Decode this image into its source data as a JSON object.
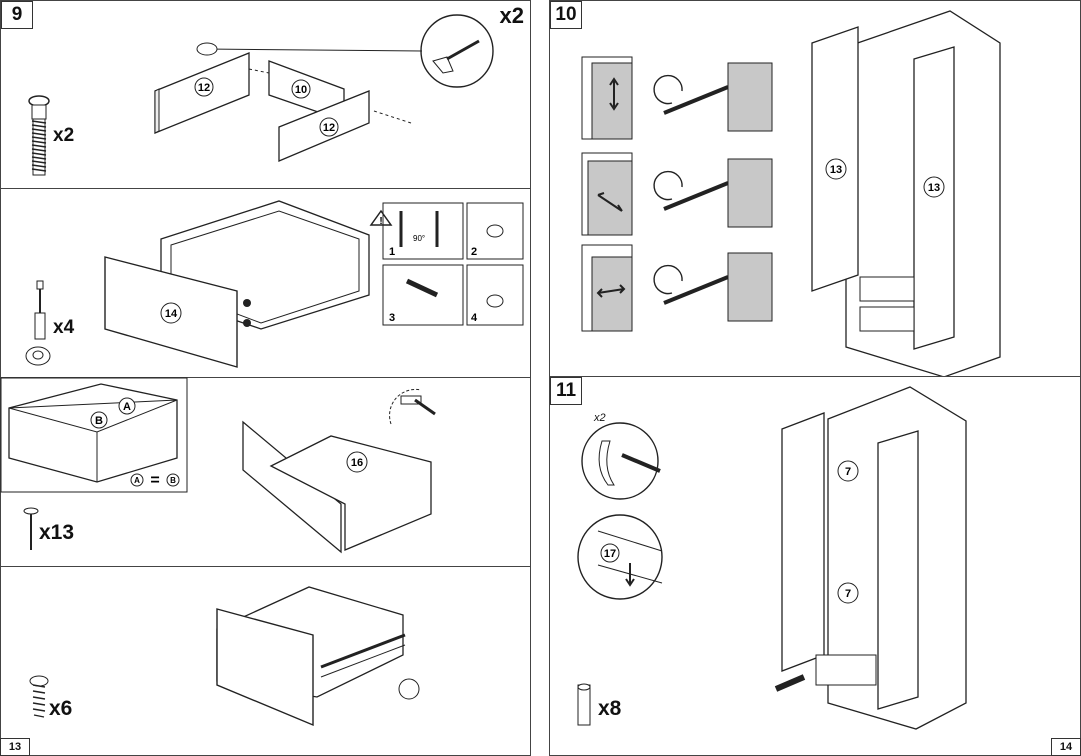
{
  "steps": {
    "s9": {
      "number": "9",
      "qty_top": "x2",
      "qty_screw": "x2",
      "parts": [
        "12",
        "10",
        "12"
      ]
    },
    "drawer_box": {
      "qty": "x4",
      "part": "14",
      "substeps": [
        "1",
        "2",
        "3",
        "4"
      ],
      "angle": "90°"
    },
    "bottom": {
      "labels": [
        "A",
        "B"
      ],
      "equal": "=",
      "part": "16",
      "qty": "x13"
    },
    "runners": {
      "qty": "x6"
    },
    "s10": {
      "number": "10",
      "parts": [
        "13",
        "13"
      ]
    },
    "s11": {
      "number": "11",
      "detail_qty": "x2",
      "part_detail": "17",
      "parts": [
        "7",
        "7"
      ],
      "qty": "x8"
    }
  },
  "pages": {
    "left": "13",
    "right": "14"
  },
  "colors": {
    "line": "#222222",
    "panel_fill": "#c8c8c8"
  }
}
